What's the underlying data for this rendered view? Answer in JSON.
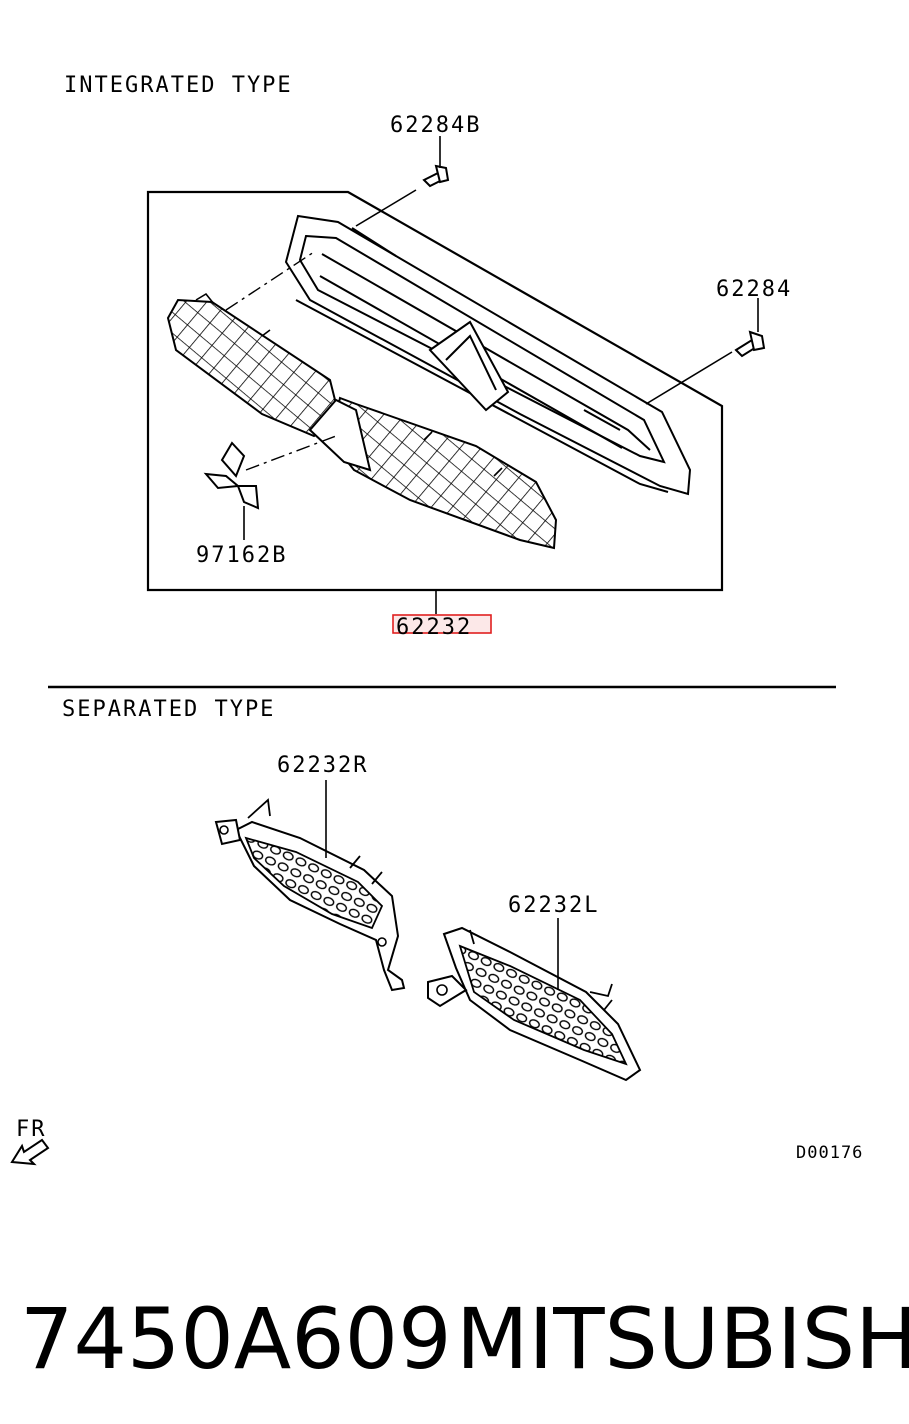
{
  "sections": {
    "integrated_title": "INTEGRATED TYPE",
    "separated_title": "SEPARATED TYPE"
  },
  "callouts": {
    "screw_top": "62284B",
    "screw_right": "62284",
    "emblem": "97162B",
    "grille_assembly": "62232",
    "grille_right": "62232R",
    "grille_left": "62232L"
  },
  "direction_marker": "FR",
  "drawing_code": "D00176",
  "footer": {
    "part_number": "7450A609",
    "brand": "MITSUBISHI"
  },
  "highlight_color": "#e02020"
}
